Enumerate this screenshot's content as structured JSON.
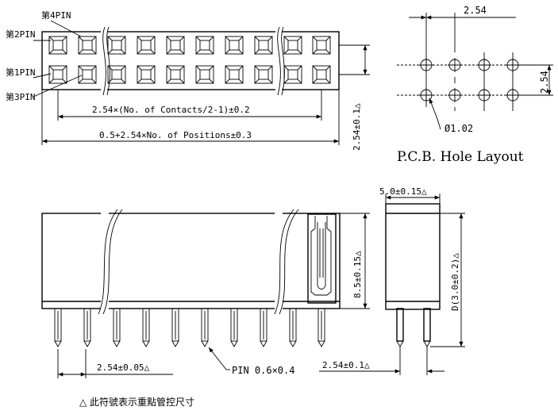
{
  "top_view": {
    "pin_labels": {
      "pin4": "第4PIN",
      "pin2": "第2PIN",
      "pin1": "第1PIN",
      "pin3": "第3PIN"
    },
    "dim_pitch_contacts": "2.54×(No. of Contacts/2-1)±0.2",
    "dim_total_length": "0.5+2.54×No. of Positions±0.3",
    "dim_row_width": "2.54±0.1△"
  },
  "pcb_layout": {
    "dim_pitch_x": "2.54",
    "dim_pitch_y": "2.54",
    "dim_hole": "Ø1.02",
    "title": "P.C.B. Hole Layout"
  },
  "front_view": {
    "dim_height": "8.5±0.15△",
    "dim_pin_pitch": "2.54±0.05△",
    "pin_label": "PIN 0.6×0.4"
  },
  "side_view": {
    "dim_width": "5.0±0.15△",
    "dim_tail": "D(3.0±0.2)△",
    "dim_row_pitch": "2.54±0.1△"
  },
  "footnote": "△ 此符號表示重點管控尺寸"
}
